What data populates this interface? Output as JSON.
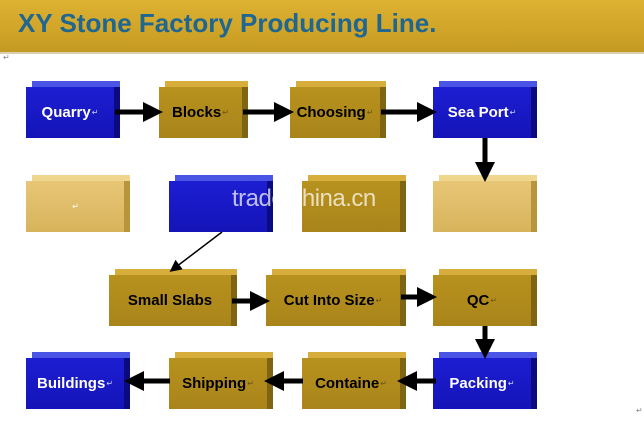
{
  "title": "XY Stone Factory Producing Line.",
  "watermark": "trade.china.cn",
  "para_mark": "↵",
  "colors": {
    "gold": "#b0891c",
    "blue": "#1818c8",
    "title": "#1f6690",
    "banner": "#d0a427"
  },
  "boxes": {
    "quarry": "Quarry",
    "blocks": "Blocks",
    "choosing": "Choosing",
    "sea_port": "Sea Port",
    "small_slabs": "Small Slabs",
    "cut_into_size": "Cut Into Size",
    "qc": "QC",
    "buildings": "Buildings",
    "shipping": "Shipping",
    "containe": "Containe",
    "packing": "Packing"
  }
}
